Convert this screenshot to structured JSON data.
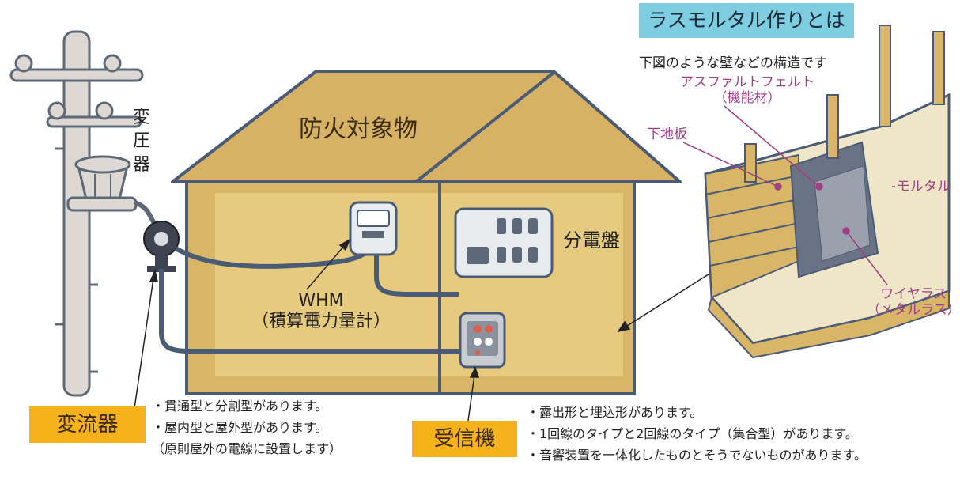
{
  "house_title": "防火対象物",
  "transformer_label": "変圧器",
  "distribution_board_label": "分電盤",
  "whm_label": "WHM",
  "whm_sub_label": "（積算電力量計）",
  "ct_tag": "変流器",
  "receiver_tag": "受信機",
  "ct_notes": [
    "・貫通型と分割型があります。",
    "・屋内型と屋外型があります。",
    "（原則屋外の電線に設置します）"
  ],
  "receiver_notes": [
    "・露出形と埋込形があります。",
    "・1回線のタイプと2回線のタイプ（集合型）があります。",
    "・音響装置を一体化したものとそうでないものがあります。"
  ],
  "lath": {
    "title": "ラスモルタル作りとは",
    "subtitle": "下図のような壁などの構造です",
    "asphalt_felt": "アスファルトフェルト",
    "asphalt_felt_sub": "（機能材）",
    "shitajiita": "下地板",
    "mortar": "モルタル",
    "wire_lath": "ワイヤラス",
    "wire_lath_sub": "（メタルラス）"
  },
  "colors": {
    "wall": "#d8b567",
    "wall_inner": "#e8cc7f",
    "roof": "#d7b265",
    "outline": "#4a5c75",
    "accent_purple": "#a03f86",
    "tag": "#f6b21a",
    "title_box": "#7fcde0"
  }
}
